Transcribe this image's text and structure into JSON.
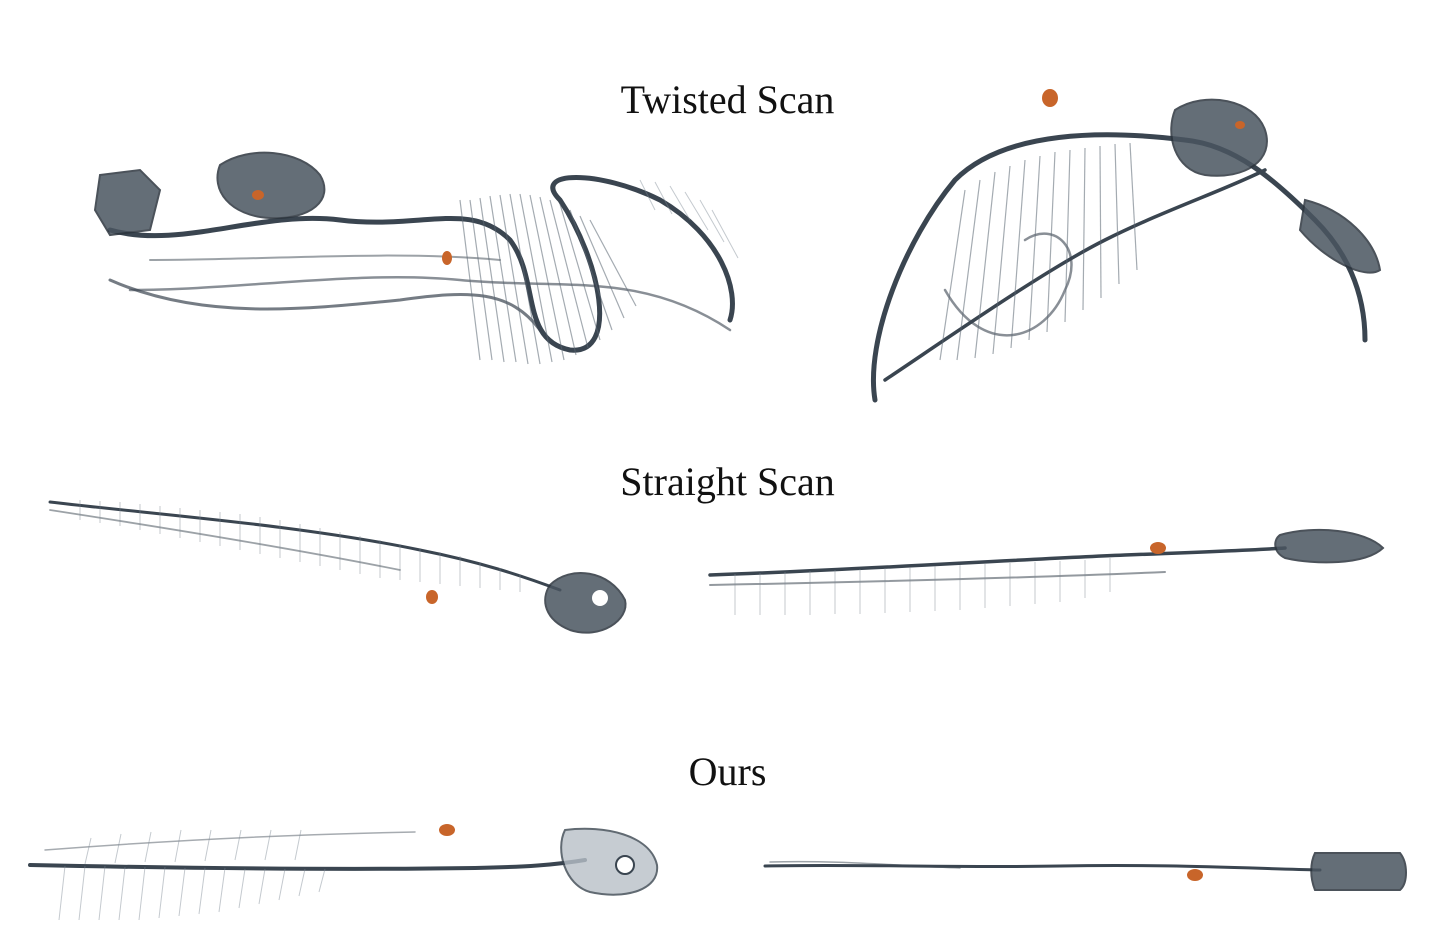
{
  "labels": {
    "twisted": "Twisted Scan",
    "straight": "Straight Scan",
    "ours": "Ours"
  },
  "icons": {
    "skeleton": "fish-skeleton-icon",
    "marker": "orange-marker-icon"
  },
  "colors": {
    "bone": "#3a4550",
    "marker": "#c8652a",
    "background": "#ffffff"
  }
}
